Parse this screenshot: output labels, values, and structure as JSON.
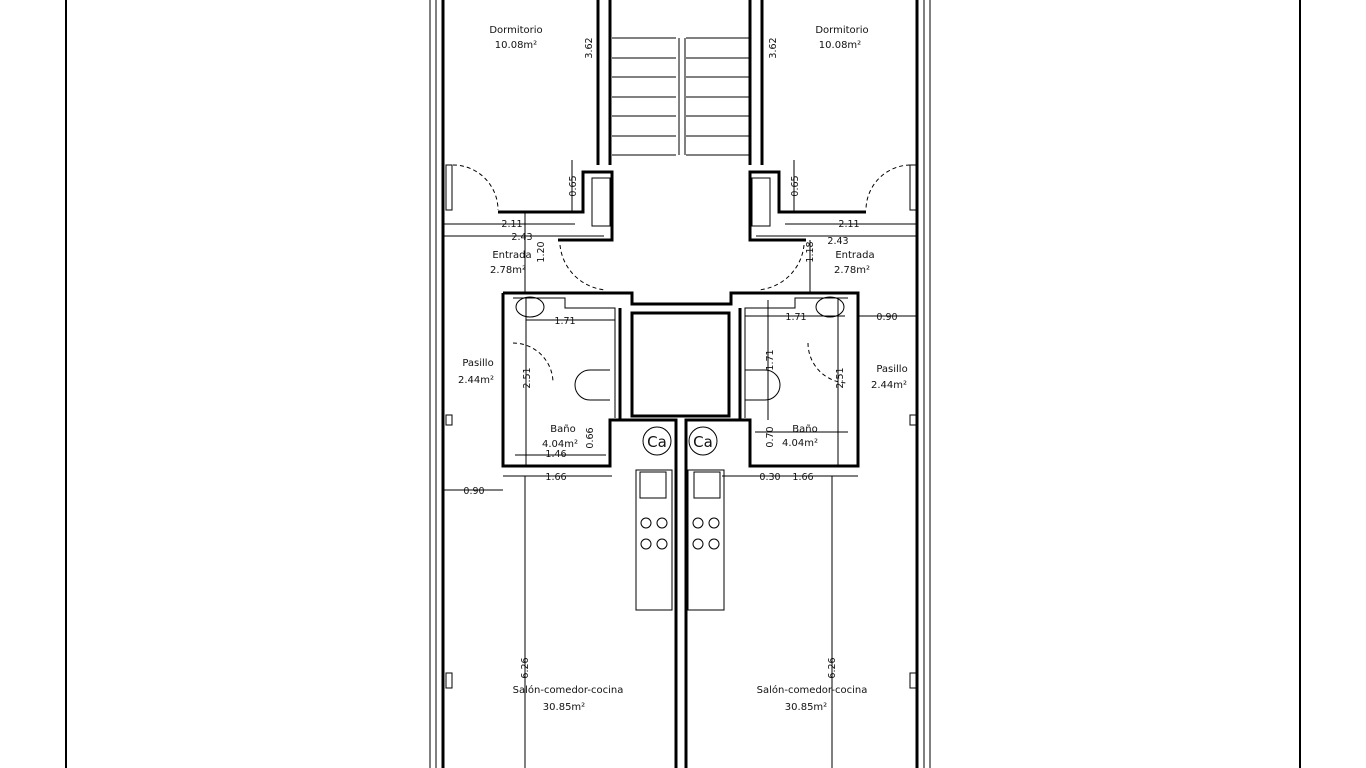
{
  "left_unit": {
    "dormitorio": {
      "name": "Dormitorio",
      "area": "10.08m²"
    },
    "entrada": {
      "name": "Entrada",
      "area": "2.78m²"
    },
    "pasillo": {
      "name": "Pasillo",
      "area": "2.44m²"
    },
    "bano": {
      "name": "Baño",
      "area": "4.04m²"
    },
    "salon": {
      "name": "Salón-comedor-cocina",
      "area": "30.85m²"
    },
    "boiler": "Ca",
    "dims": {
      "d362": "3.62",
      "d065": "0.65",
      "d211": "2.11",
      "d243": "2.43",
      "d120": "1.20",
      "d171": "1.71",
      "d251": "2.51",
      "d066": "0.66",
      "d146": "1.46",
      "d166": "1.66",
      "d090": "0.90",
      "d626": "6.26"
    }
  },
  "right_unit": {
    "dormitorio": {
      "name": "Dormitorio",
      "area": "10.08m²"
    },
    "entrada": {
      "name": "Entrada",
      "area": "2.78m²"
    },
    "pasillo": {
      "name": "Pasillo",
      "area": "2.44m²"
    },
    "bano": {
      "name": "Baño",
      "area": "4.04m²"
    },
    "salon": {
      "name": "Salón-comedor-cocina",
      "area": "30.85m²"
    },
    "boiler": "Ca",
    "dims": {
      "d362": "3.62",
      "d065": "0.65",
      "d211": "2.11",
      "d243": "2.43",
      "d118": "1.18",
      "d171a": "1.71",
      "d171b": "1.71",
      "d090": "0.90",
      "d251": "2.51",
      "d070": "0.70",
      "d030": "0.30",
      "d166": "1.66",
      "d626": "6.26"
    }
  }
}
